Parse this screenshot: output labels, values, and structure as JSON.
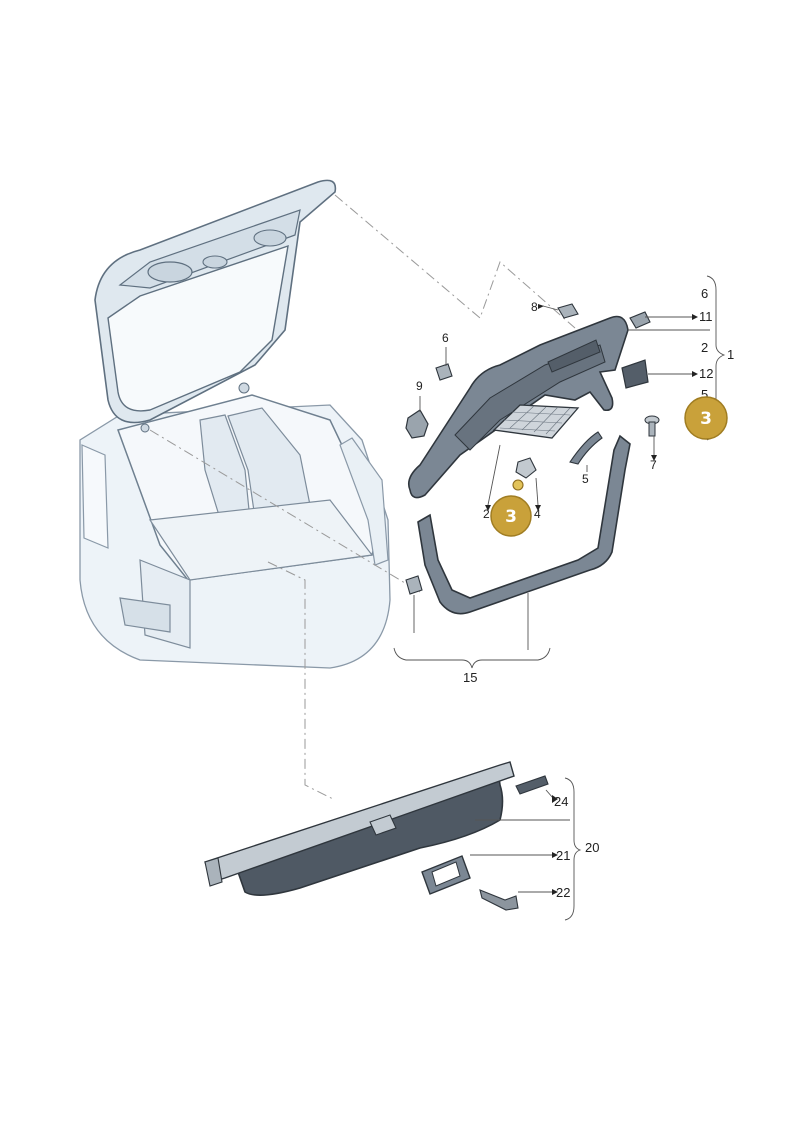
{
  "colors": {
    "car_fill": "#e6eef4",
    "car_stroke": "#6f8090",
    "trim_fill": "#7b8794",
    "trim_dark": "#545e69",
    "trim_stroke": "#2f363d",
    "badge_fill": "#c9a13a",
    "badge_stroke": "#a07d22",
    "leader": "#555555",
    "dashed_leader": "#9a9a9a"
  },
  "callouts": {
    "c1": "1",
    "c2a": "2",
    "c2b": "2",
    "c4": "4",
    "c5a": "5",
    "c5b": "5",
    "c6a": "6",
    "c6b": "6",
    "c7": "7",
    "c8": "8",
    "c9": "9",
    "c11": "11",
    "c12": "12",
    "c15": "15",
    "c20": "20",
    "c21": "21",
    "c22": "22",
    "c24": "24"
  },
  "badges": {
    "badge_a": "3",
    "badge_b": "3"
  },
  "icons": {
    "badge": "circled-number-icon"
  }
}
